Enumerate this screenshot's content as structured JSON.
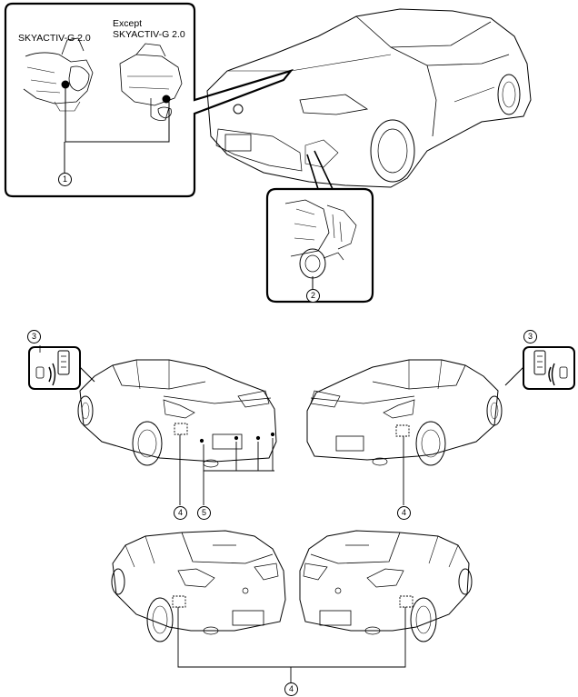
{
  "inset_top_left": {
    "label_left": "SKYACTIV-G 2.0",
    "label_right_line1": "Except",
    "label_right_line2": "SKYACTIV-G 2.0"
  },
  "callouts": {
    "c1": "1",
    "c2": "2",
    "c3_left": "3",
    "c3_right": "3",
    "c4_sedan_left": "4",
    "c5_sedan_left": "5",
    "c4_sedan_right": "4",
    "c4_hatch": "4"
  }
}
